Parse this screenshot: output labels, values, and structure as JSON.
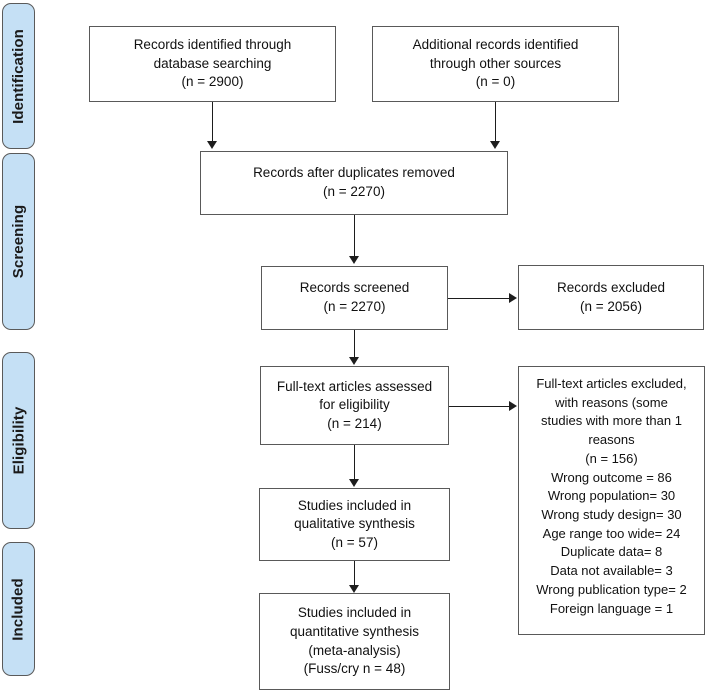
{
  "diagram": {
    "type": "prisma-flow-diagram",
    "accent_pill_color": "#c5e0f5",
    "border_color": "#595959",
    "connector_color": "#1d1d1d"
  },
  "stages": [
    {
      "label": "Identification"
    },
    {
      "label": "Screening"
    },
    {
      "label": "Eligibility"
    },
    {
      "label": "Included"
    }
  ],
  "boxes": {
    "identified_database": {
      "lines": [
        "Records identified through",
        "database searching",
        "(n =  2900)"
      ]
    },
    "identified_other": {
      "lines": [
        "Additional records identified",
        "through other sources",
        "(n =  0)"
      ]
    },
    "duplicates_removed": {
      "lines": [
        "Records after duplicates removed",
        "(n = 2270)"
      ]
    },
    "records_screened": {
      "lines": [
        "Records screened",
        "(n = 2270)"
      ]
    },
    "records_excluded": {
      "lines": [
        "Records excluded",
        "(n = 2056)"
      ]
    },
    "fulltext_assessed": {
      "lines": [
        "Full-text articles assessed",
        "for eligibility",
        "(n = 214)"
      ]
    },
    "fulltext_excluded": {
      "lines": [
        "Full-text articles excluded,",
        "with reasons (some",
        "studies with more than 1",
        "reasons",
        "(n = 156)",
        "Wrong outcome = 86",
        "Wrong population= 30",
        "Wrong study design= 30",
        "Age range too wide= 24",
        "Duplicate data= 8",
        "Data not available= 3",
        "Wrong publication type= 2",
        "Foreign language = 1"
      ]
    },
    "qualitative_synthesis": {
      "lines": [
        "Studies included in",
        "qualitative synthesis",
        "(n = 57)"
      ]
    },
    "quantitative_synthesis": {
      "lines": [
        "Studies included in",
        "quantitative synthesis",
        "(meta-analysis)",
        "(Fuss/cry n = 48)"
      ]
    }
  },
  "counts": {
    "database_searching": 2900,
    "other_sources": 0,
    "after_duplicates": 2270,
    "screened": 2270,
    "excluded_screening": 2056,
    "fulltext_assessed": 214,
    "fulltext_excluded": 156,
    "qualitative": 57,
    "quantitative_fuss_cry": 48,
    "reasons": {
      "wrong_outcome": 86,
      "wrong_population": 30,
      "wrong_study_design": 30,
      "age_range_too_wide": 24,
      "duplicate_data": 8,
      "data_not_available": 3,
      "wrong_publication_type": 2,
      "foreign_language": 1
    }
  }
}
